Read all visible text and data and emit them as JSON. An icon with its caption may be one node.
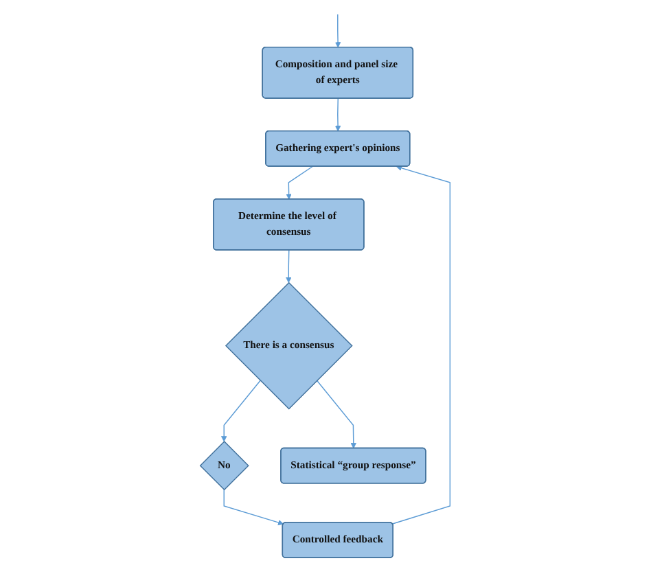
{
  "diagram": {
    "nodes": [
      {
        "text": [
          "Composition and panel size of experts"
        ]
      },
      {
        "text": [
          "Gathering expert's opinions"
        ]
      },
      {
        "text": [
          "Determine the level of consensus"
        ]
      },
      {
        "text": [
          "There is a consensus"
        ]
      },
      {
        "text": [
          "No"
        ]
      },
      {
        "text": [
          "Controlled feedback"
        ]
      },
      {
        "text": [
          "Statistical “group response”"
        ]
      }
    ],
    "edges": [
      {
        "from": null,
        "to": 0,
        "arrow": "to"
      },
      {
        "from": 0,
        "to": 1,
        "arrow": "to"
      },
      {
        "from": 1,
        "to": 2,
        "arrow": "to"
      },
      {
        "from": 2,
        "to": 3,
        "arrow": "to"
      },
      {
        "from": 3,
        "to": 4,
        "arrow": "to"
      },
      {
        "from": 4,
        "to": 5,
        "arrow": "to"
      },
      {
        "from": 5,
        "to": 1,
        "arrow": "to"
      },
      {
        "from": 3,
        "to": 6,
        "arrow": "to"
      }
    ]
  }
}
